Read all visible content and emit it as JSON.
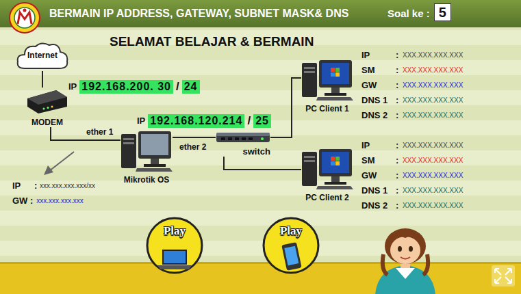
{
  "diagram": {
    "title": "BERMAIN IP ADDRESS, GATEWAY, SUBNET MASK& DNS",
    "nodes": [
      {
        "text": [
          "Internet"
        ]
      },
      {
        "text": [
          "MODEM"
        ]
      },
      {
        "text": [
          "Mikrotik OS"
        ]
      },
      {
        "text": [
          "switch"
        ]
      },
      {
        "text": [
          "PC Client 1"
        ]
      },
      {
        "text": [
          "PC Client 2"
        ]
      },
      {
        "text": [
          "Play"
        ]
      },
      {
        "text": [
          "Play"
        ]
      }
    ],
    "edges": [
      {
        "from": 0,
        "to": 1,
        "arrow": "none"
      },
      {
        "from": 1,
        "to": 2,
        "arrow": "none"
      },
      {
        "from": 2,
        "to": 3,
        "arrow": "none"
      },
      {
        "from": 3,
        "to": 4,
        "arrow": "none"
      },
      {
        "from": 3,
        "to": 5,
        "arrow": "none"
      }
    ],
    "labels": [
      "SELAMAT BELAJAR & BERMAIN",
      "Soal ke :",
      "5",
      "IP",
      "192.168.200. 30",
      "/",
      "24",
      "IP",
      "192.168.120.214",
      "/",
      "25",
      "ether 1",
      "ether 2",
      "IP",
      ":",
      "XXX.XXX.XXX.XXX",
      "SM",
      ":",
      "XXX.XXX.XXX.XXX",
      "GW",
      ":",
      "XXX.XXX.XXX.XXX",
      "DNS 1",
      ":",
      "XXX.XXX.XXX.XXX",
      "DNS 2",
      ":",
      "XXX.XXX.XXX.XXX",
      "IP",
      ":",
      "XXX.XXX.XXX.XXX",
      "SM",
      ":",
      "XXX.XXX.XXX.XXX",
      "GW",
      ":",
      "XXX.XXX.XXX.XXX",
      "DNS 1",
      ":",
      "XXX.XXX.XXX.XXX",
      "DNS 2",
      ":",
      "XXX.XXX.XXX.XXX",
      "IP",
      ":",
      "xxx.xxx.xxx.xxx/xx",
      "GW :",
      "xxx.xxx.xxx.xxx"
    ]
  }
}
